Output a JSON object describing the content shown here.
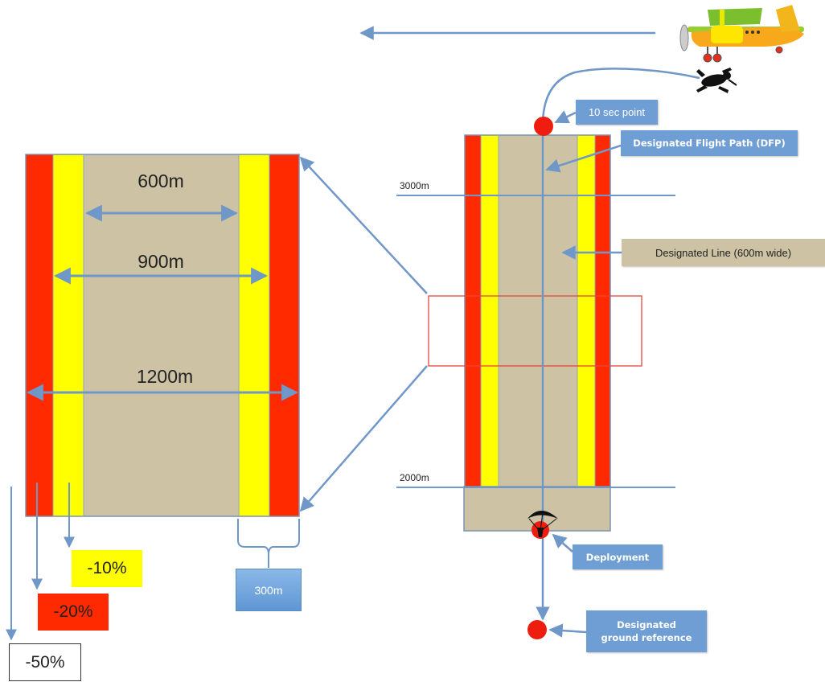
{
  "zoom_view": {
    "width_600_label": "600m",
    "width_900_label": "900m",
    "width_1200_label": "1200m",
    "band_width_label": "300m"
  },
  "penalties": {
    "yellow": "-10%",
    "red": "-20%",
    "outside": "-50%"
  },
  "altitudes": {
    "upper": "3000m",
    "lower": "2000m"
  },
  "callouts": {
    "ten_sec_point": "10 sec point",
    "flight_path": "Designated Flight Path (DFP)",
    "designated_line": "Designated Line (600m wide)",
    "deployment": "Deployment",
    "ground_ref_line1": "Designated",
    "ground_ref_line2": "ground reference"
  },
  "colors": {
    "red_zone": "#ff2a00",
    "yellow_zone": "#ffff00",
    "line_zone": "#cdc3a4",
    "arrow_blue": "#6f97c8",
    "callout_blue": "#6e9ed3",
    "marker_red": "#ef1c10"
  },
  "icons": [
    "airplane-icon",
    "skydiver-icon",
    "parachute-icon"
  ]
}
